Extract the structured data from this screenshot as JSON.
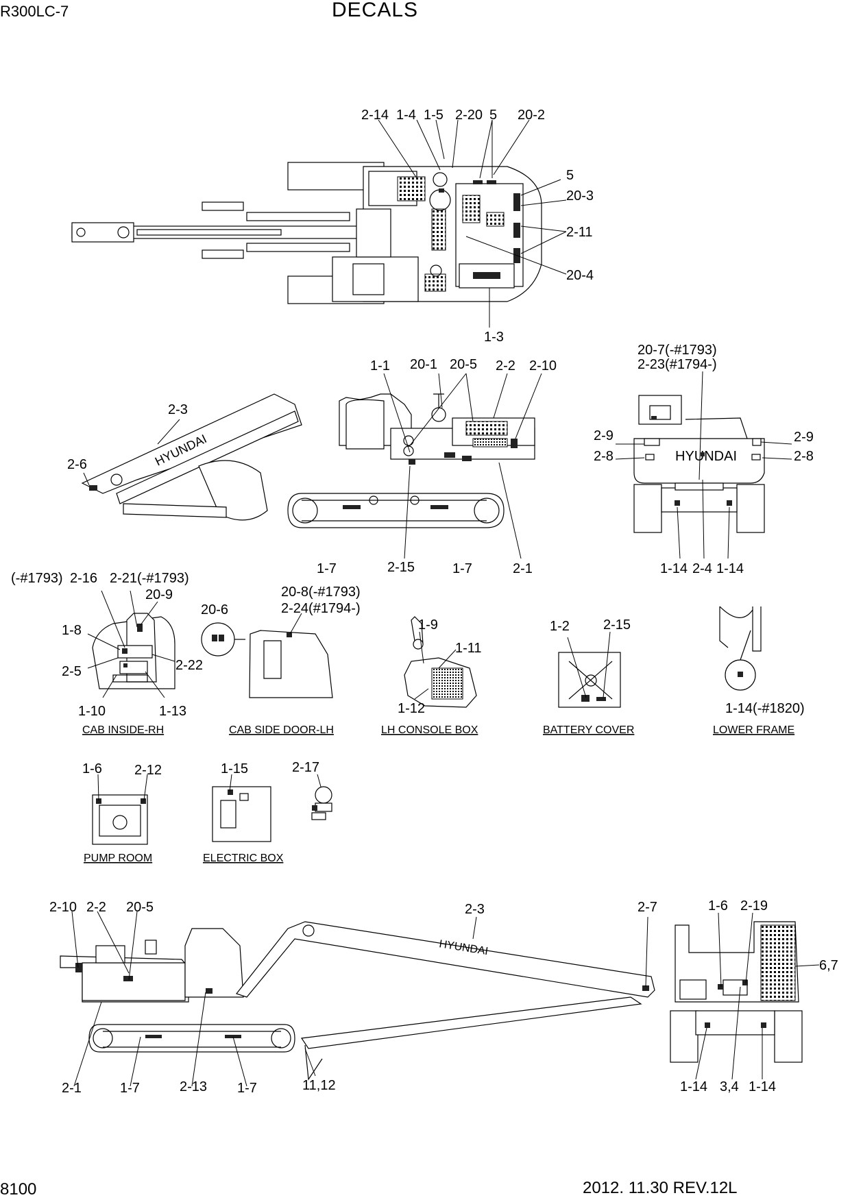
{
  "header": {
    "model": "R300LC-7",
    "title": "DECALS",
    "page": "8100",
    "revision": "2012. 11.30  REV.12L"
  },
  "brand": "HYUNDAI",
  "views": {
    "top": {
      "labels": [
        "2-14",
        "1-4",
        "1-5",
        "2-20",
        "5",
        "20-2",
        "5",
        "20-3",
        "2-11",
        "20-4",
        "1-3"
      ]
    },
    "side_left": {
      "labels": [
        "1-1",
        "20-1",
        "20-5",
        "2-2",
        "2-10",
        "2-3",
        "2-6",
        "1-7",
        "2-15",
        "1-7",
        "2-1"
      ]
    },
    "rear": {
      "labels": [
        "20-7(-#1793)",
        "2-23(#1794-)",
        "2-9",
        "2-9",
        "2-8",
        "2-8",
        "1-14",
        "2-4",
        "1-14"
      ]
    },
    "cab_inside_rh": {
      "caption": "CAB INSIDE-RH",
      "labels": [
        "(-#1793)",
        "2-16",
        "2-21(-#1793)",
        "20-9",
        "1-8",
        "2-5",
        "2-22",
        "1-10",
        "1-13"
      ]
    },
    "cab_side_door": {
      "caption": "CAB SIDE DOOR-LH",
      "labels": [
        "20-6",
        "20-8(-#1793)",
        "2-24(#1794-)"
      ]
    },
    "console": {
      "caption": "LH CONSOLE BOX",
      "labels": [
        "1-9",
        "1-11",
        "1-12"
      ]
    },
    "battery": {
      "caption": "BATTERY COVER",
      "labels": [
        "1-2",
        "2-15"
      ]
    },
    "lower_frame": {
      "caption": "LOWER FRAME",
      "labels": [
        "1-14(-#1820)"
      ]
    },
    "pump_room": {
      "caption": "PUMP ROOM",
      "labels": [
        "1-6",
        "2-12"
      ]
    },
    "electric_box": {
      "caption": "ELECTRIC BOX",
      "labels": [
        "1-15",
        "2-17"
      ]
    },
    "side_right": {
      "labels": [
        "2-10",
        "2-2",
        "20-5",
        "2-3",
        "2-7",
        "2-1",
        "1-7",
        "2-13",
        "1-7",
        "11,12"
      ]
    },
    "front": {
      "labels": [
        "1-6",
        "2-19",
        "6,7",
        "1-14",
        "3,4",
        "1-14"
      ]
    }
  }
}
